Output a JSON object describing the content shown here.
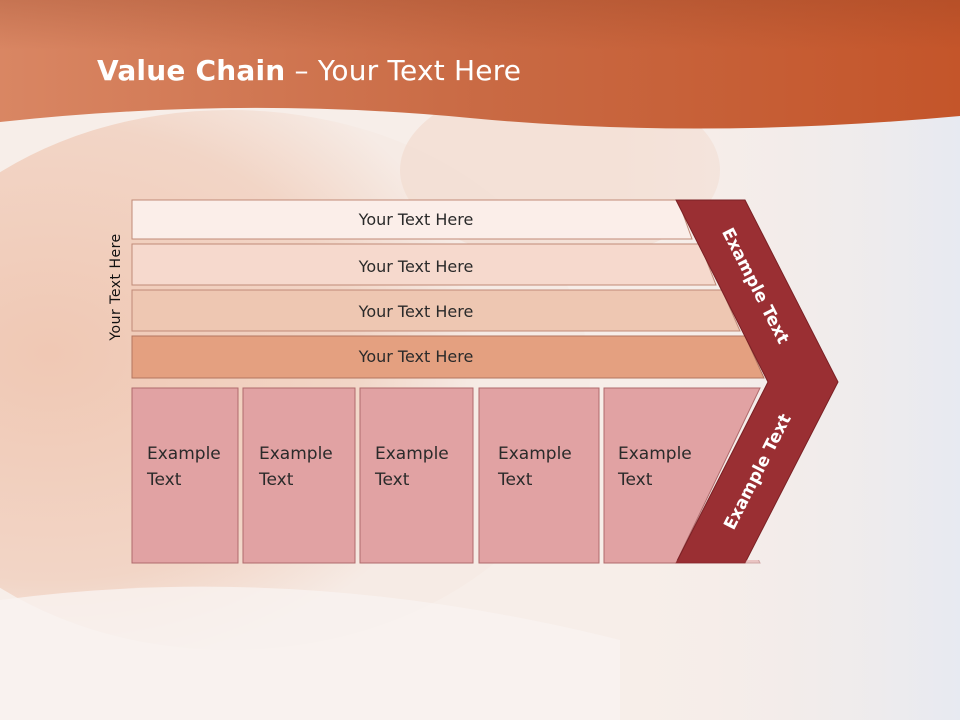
{
  "title": {
    "bold": "Value Chain",
    "rest": " – Your Text Here"
  },
  "side_label": "Your Text Here",
  "rows": [
    {
      "label": "Your Text Here",
      "color": "#fbeee9"
    },
    {
      "label": "Your Text Here",
      "color": "#f6d9cd"
    },
    {
      "label": "Your Text Here",
      "color": "#eec7b2"
    },
    {
      "label": "Your Text Here",
      "color": "#e4a080"
    }
  ],
  "columns": [
    {
      "line1": "Example",
      "line2": "Text"
    },
    {
      "line1": "Example",
      "line2": "Text"
    },
    {
      "line1": "Example",
      "line2": "Text"
    },
    {
      "line1": "Example",
      "line2": "Text"
    },
    {
      "line1": "Example",
      "line2": "Text"
    }
  ],
  "chevron": {
    "upper": "Example Text",
    "lower": "Example Text",
    "color": "#9a2f33"
  },
  "colors": {
    "header": "#c8603a",
    "column_fill": "#e1a2a3",
    "column_stroke": "#b06a6c"
  }
}
